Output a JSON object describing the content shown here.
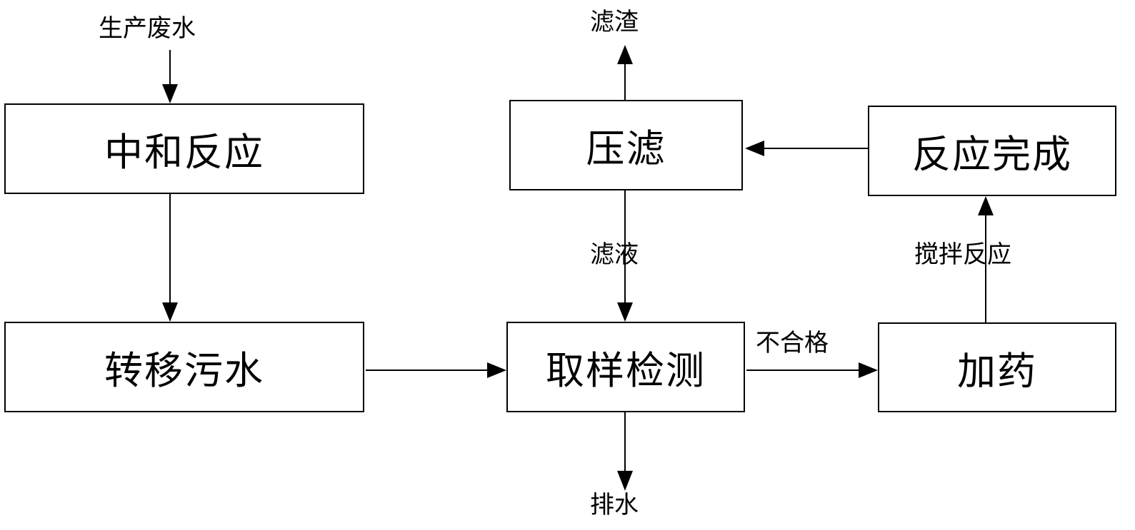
{
  "nodes": {
    "neutralization": "中和反应",
    "transfer_sewage": "转移污水",
    "sampling_test": "取样检测",
    "dosing": "加药",
    "reaction_complete": "反应完成",
    "press_filter": "压滤"
  },
  "labels": {
    "production_wastewater": "生产废水",
    "filter_residue": "滤渣",
    "filtrate": "滤液",
    "stir_reaction": "搅拌反应",
    "unqualified": "不合格",
    "discharge": "排水"
  }
}
